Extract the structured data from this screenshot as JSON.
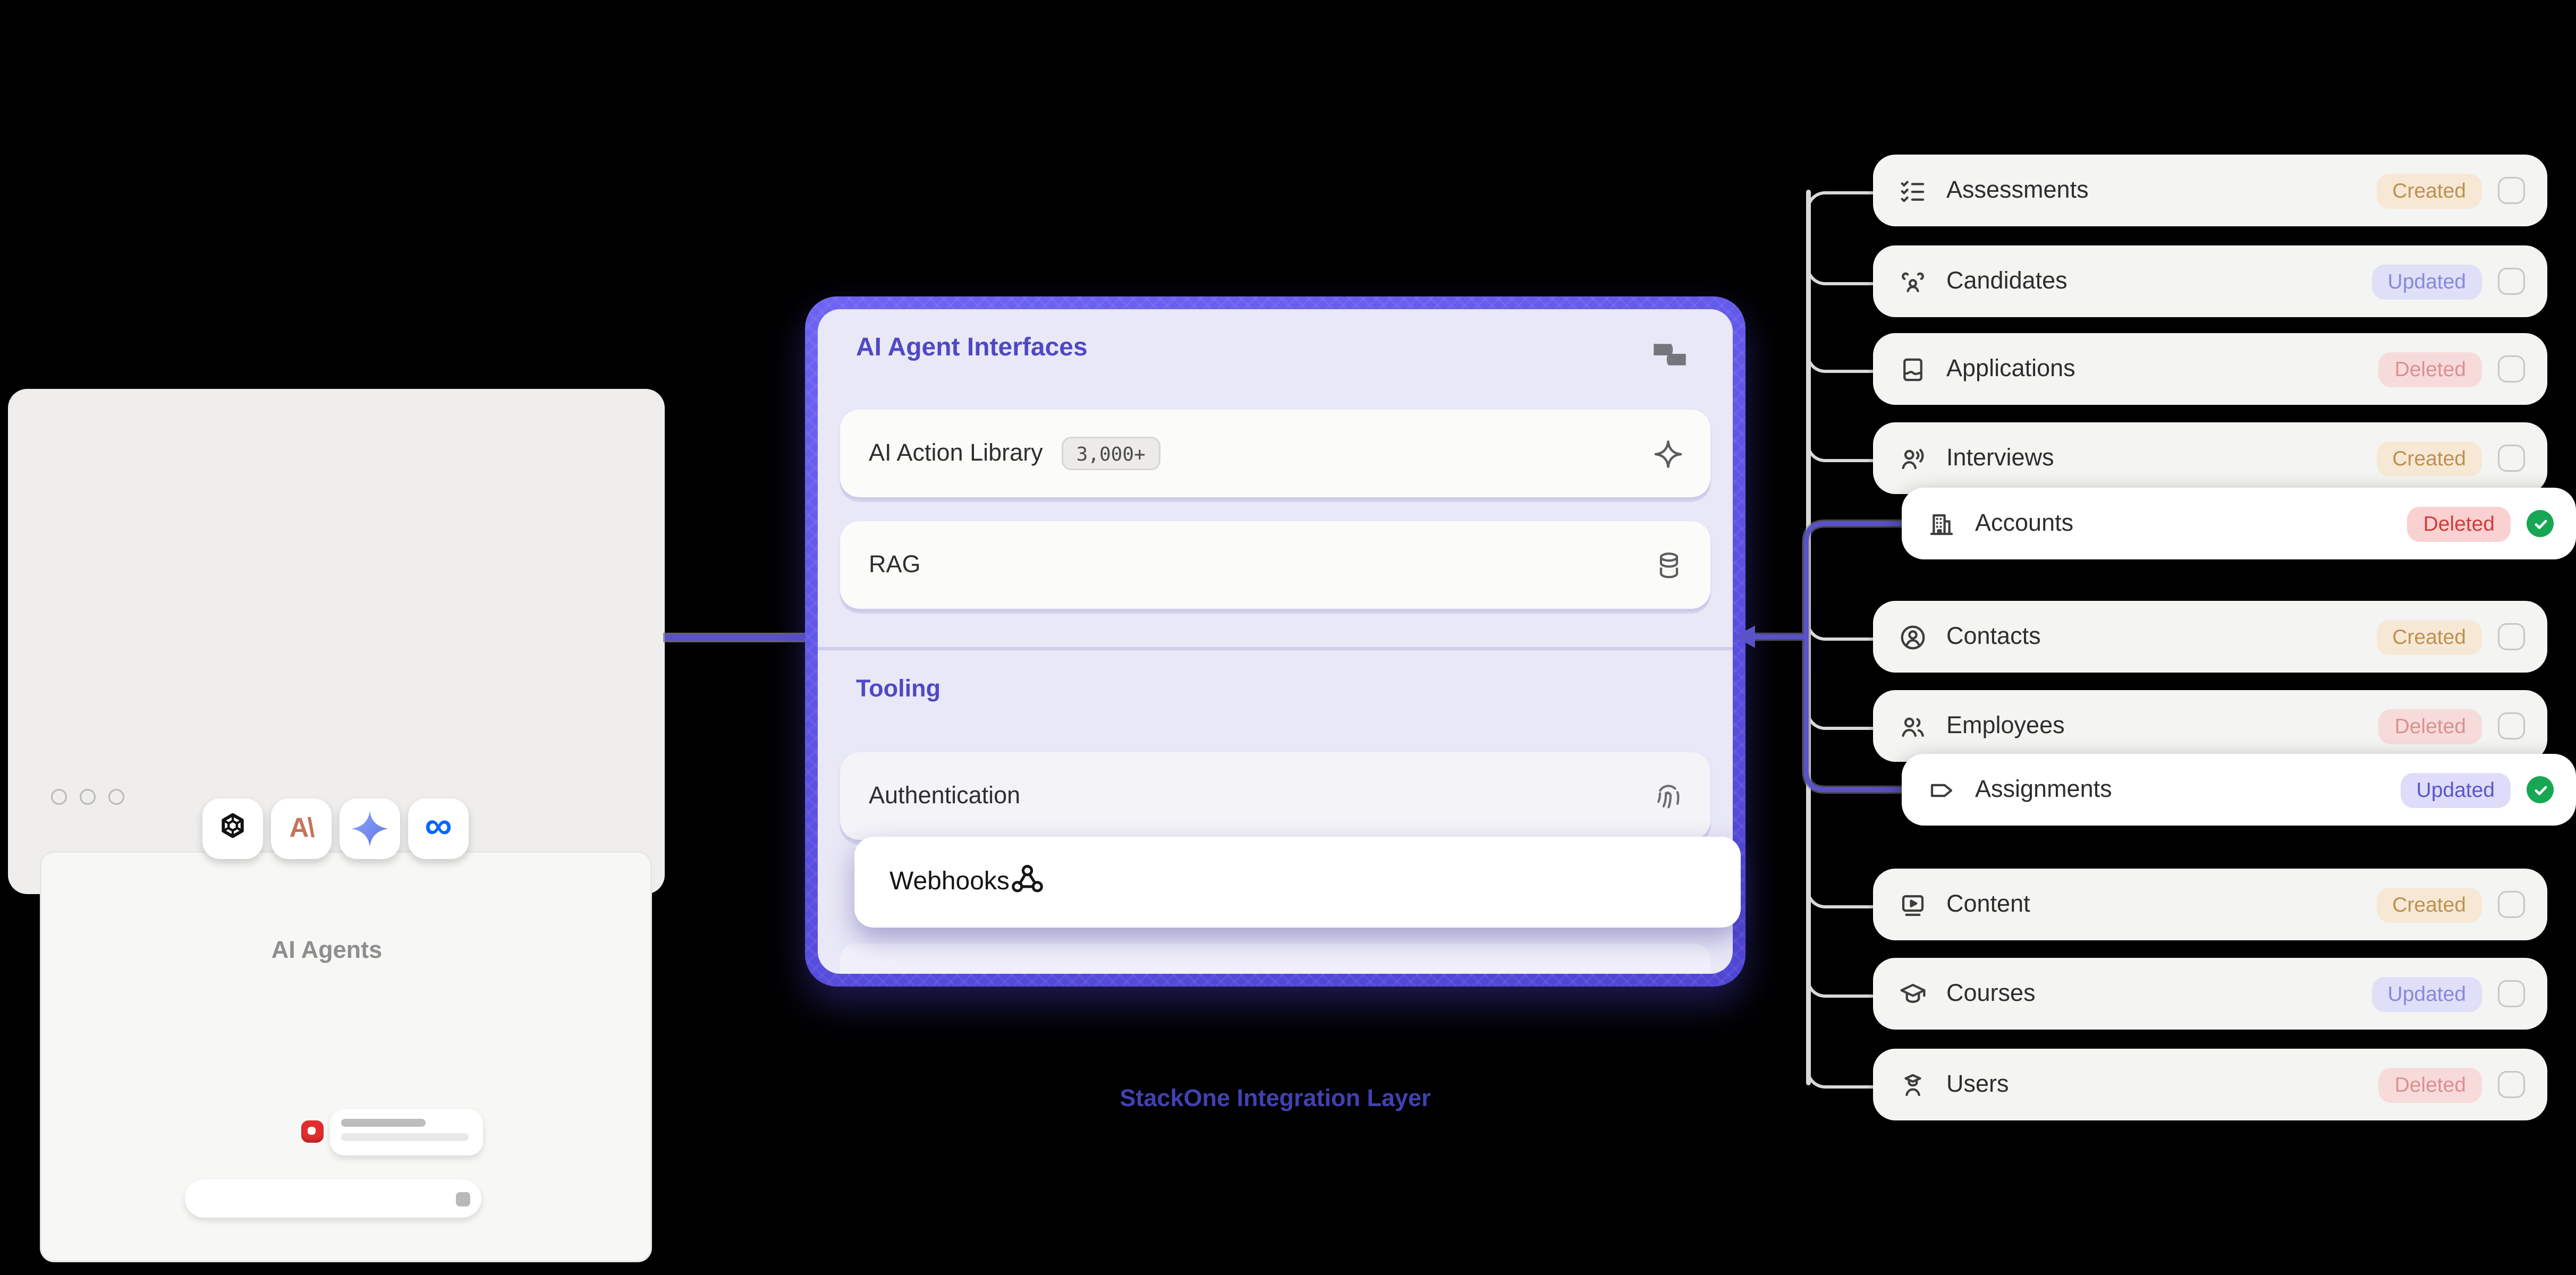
{
  "stage": {
    "background": "#000000",
    "accent": "#5a52c8"
  },
  "left_card": {
    "caption": "AI Agents",
    "providers": [
      {
        "name": "OpenAI",
        "icon": "openai-icon"
      },
      {
        "name": "Anthropic",
        "icon": "anthropic-icon",
        "monogram": "A\\"
      },
      {
        "name": "Gemini",
        "icon": "gemini-icon"
      },
      {
        "name": "Meta",
        "icon": "meta-icon",
        "monogram": "∞"
      }
    ]
  },
  "middle_card": {
    "title": "AI Agent Interfaces",
    "header_icon": "stackone-logo-icon",
    "caption": "StackOne Integration Layer",
    "sections": [
      {
        "title": "",
        "rows": [
          {
            "label": "AI Action Library",
            "badge": "3,000+",
            "icon": "sparkle-icon",
            "popped": false
          },
          {
            "label": "RAG",
            "badge": "",
            "icon": "database-icon",
            "popped": false
          }
        ]
      },
      {
        "title": "Tooling",
        "rows": [
          {
            "label": "Authentication",
            "badge": "",
            "icon": "fingerprint-icon",
            "popped": false
          },
          {
            "label": "Webhooks",
            "badge": "",
            "icon": "webhook-icon",
            "popped": true
          }
        ]
      }
    ]
  },
  "right_list": {
    "items": [
      {
        "label": "Assessments",
        "status": "Created",
        "icon": "list-checks-icon",
        "checked": false,
        "popped": false
      },
      {
        "label": "Candidates",
        "status": "Updated",
        "icon": "group-icon",
        "checked": false,
        "popped": false
      },
      {
        "label": "Applications",
        "status": "Deleted",
        "icon": "application-icon",
        "checked": false,
        "popped": false
      },
      {
        "label": "Interviews",
        "status": "Created",
        "icon": "interview-icon",
        "checked": false,
        "popped": false
      },
      {
        "label": "Accounts",
        "status": "Deleted",
        "icon": "building-icon",
        "checked": true,
        "popped": true
      },
      {
        "label": "Contacts",
        "status": "Created",
        "icon": "contact-icon",
        "checked": false,
        "popped": false
      },
      {
        "label": "Employees",
        "status": "Deleted",
        "icon": "employees-icon",
        "checked": false,
        "popped": false
      },
      {
        "label": "Assignments",
        "status": "Updated",
        "icon": "tag-icon",
        "checked": true,
        "popped": true
      },
      {
        "label": "Content",
        "status": "Created",
        "icon": "screen-play-icon",
        "checked": false,
        "popped": false
      },
      {
        "label": "Courses",
        "status": "Updated",
        "icon": "graduation-cap-icon",
        "checked": false,
        "popped": false
      },
      {
        "label": "Users",
        "status": "Deleted",
        "icon": "student-icon",
        "checked": false,
        "popped": false
      }
    ]
  },
  "status_colors": {
    "Created": {
      "bg": "#f7e8d6",
      "fg": "#bd9150"
    },
    "Updated": {
      "bg": "#dfdff7",
      "fg": "#8589dd"
    },
    "Deleted": {
      "bg": "#f7dbdb",
      "fg": "#dd8f8f"
    },
    "Created_active": {
      "bg": "#f7e3c8",
      "fg": "#b5863d"
    },
    "Updated_active": {
      "bg": "#dedcfa",
      "fg": "#5b55cf"
    },
    "Deleted_active": {
      "bg": "#fad1d1",
      "fg": "#d23c3c"
    }
  }
}
